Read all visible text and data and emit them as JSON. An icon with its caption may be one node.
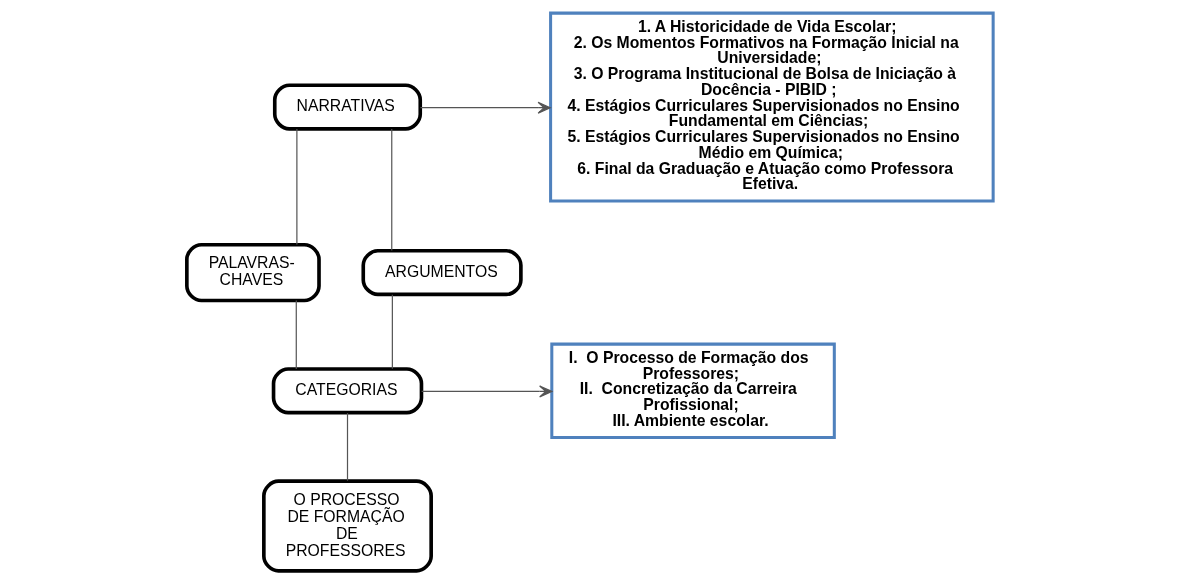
{
  "diagram": {
    "nodes": [
      {
        "text": [
          "NARRATIVAS"
        ]
      },
      {
        "text": [
          "1. A Historicidade de Vida Escolar;",
          "2. Os Momentos Formativos na Formação Inicial na Universidade;",
          "3. O Programa Institucional de Bolsa de Iniciação à Docência - PIBID ;",
          "4. Estágios Curriculares Supervisionados no Ensino Fundamental em Ciências;",
          "5. Estágios Curriculares Supervisionados no Ensino Médio em Química;",
          "6. Final da Graduação e Atuação como Professora Efetiva."
        ]
      },
      {
        "text": [
          "PALAVRAS-CHAVES"
        ]
      },
      {
        "text": [
          "ARGUMENTOS"
        ]
      },
      {
        "text": [
          "CATEGORIAS"
        ]
      },
      {
        "text": [
          "I.  O Processo de Formação dos Professores;",
          "II.  Concretização da Carreira Profissional;",
          "III. Ambiente escolar."
        ]
      },
      {
        "text": [
          "O PROCESSO DE FORMAÇÃO DE PROFESSORES"
        ]
      }
    ],
    "edges": [
      {
        "from": 0,
        "to": 1,
        "arrow": "to"
      },
      {
        "from": 0,
        "to": 2,
        "arrow": "none"
      },
      {
        "from": 0,
        "to": 3,
        "arrow": "none"
      },
      {
        "from": 2,
        "to": 4,
        "arrow": "none"
      },
      {
        "from": 3,
        "to": 4,
        "arrow": "none"
      },
      {
        "from": 4,
        "to": 5,
        "arrow": "to"
      },
      {
        "from": 4,
        "to": 6,
        "arrow": "none"
      }
    ]
  }
}
